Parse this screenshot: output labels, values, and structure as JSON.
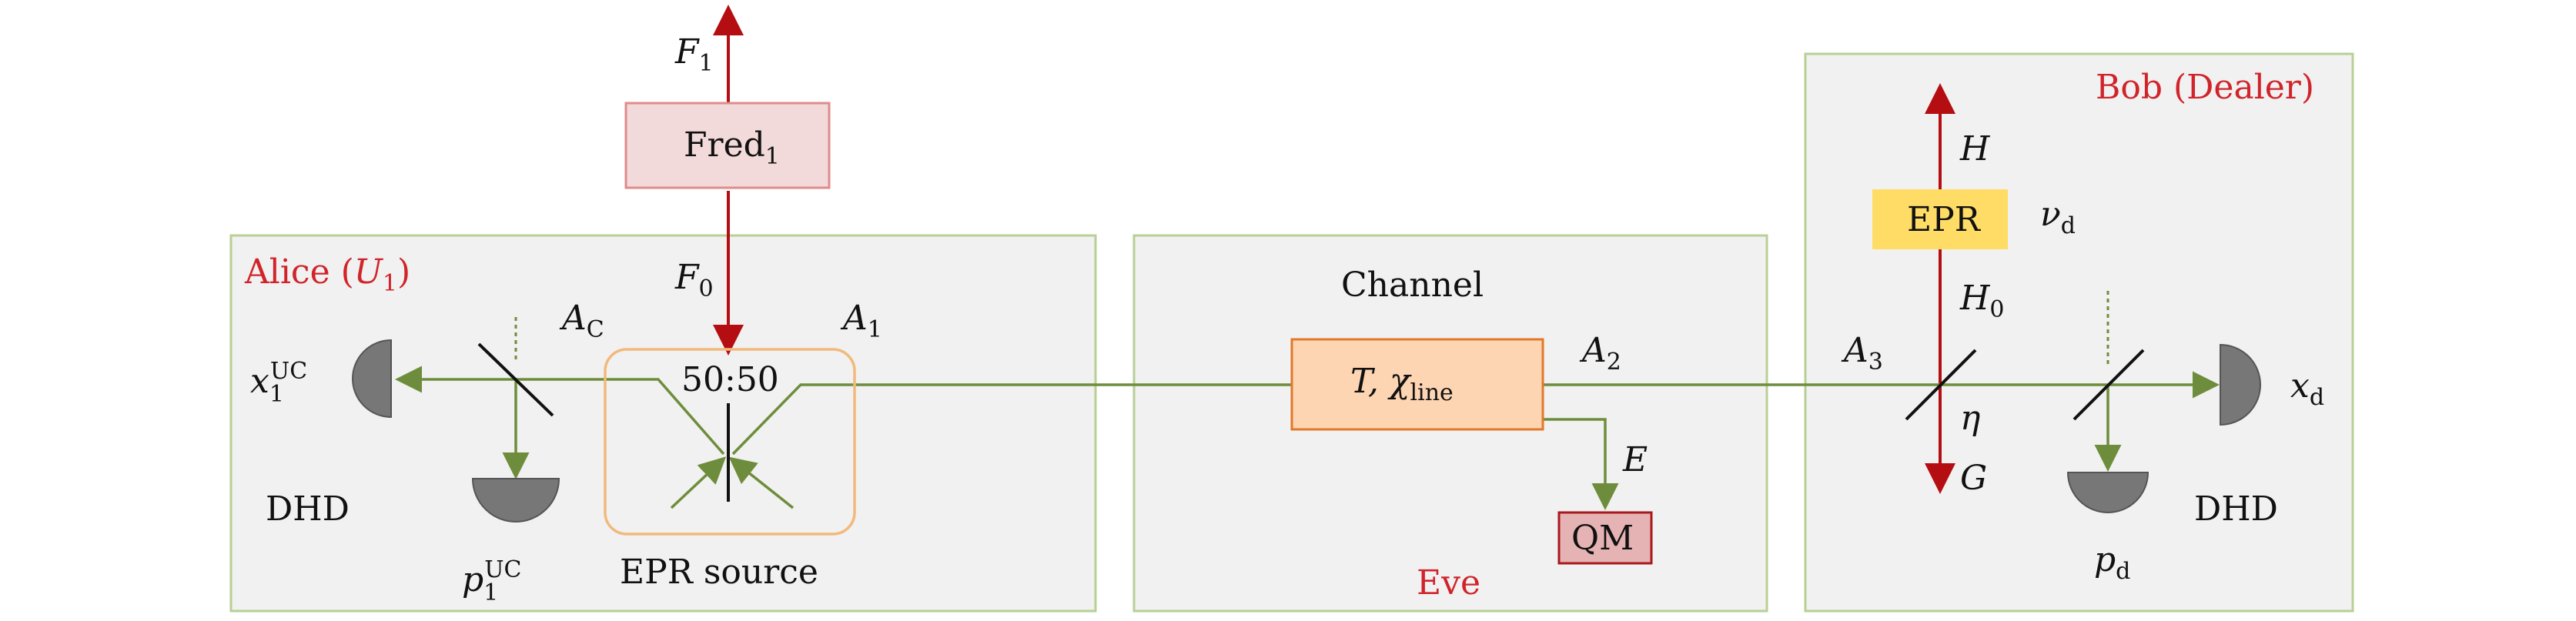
{
  "colors": {
    "panel_fill": "#f1f1f1",
    "panel_stroke": "#b8cf95",
    "beam_green": "#6e8d3c",
    "beam_red": "#b50e12",
    "label_red": "#d0242a",
    "detector_gray": "#777777",
    "fred_fill": "#f3dada",
    "fred_stroke": "#e08b8b",
    "epr_bob_fill": "#fedc66",
    "channel_fill": "#fdd5b3",
    "channel_stroke": "#e0792a",
    "qm_fill": "#e5b3b3",
    "qm_stroke": "#a8191e",
    "source_stroke": "#f2b97c"
  },
  "panels": {
    "alice": {
      "title_prefix": "Alice (",
      "title_var": "U",
      "title_sub": "1",
      "title_suffix": ")"
    },
    "channel": {
      "title": "Channel",
      "eve_label": "Eve"
    },
    "bob": {
      "title": "Bob (Dealer)"
    }
  },
  "fred": {
    "label": "Fred",
    "sub": "1"
  },
  "source": {
    "splitter_label": "50:50",
    "caption": "EPR source"
  },
  "channel_box": {
    "t_label": "T, ",
    "chi": "χ",
    "chi_sub": "line"
  },
  "qm": {
    "label": "QM"
  },
  "epr_bob": {
    "label": "EPR"
  },
  "modes": {
    "f1": {
      "var": "F",
      "sub": "1"
    },
    "f0": {
      "var": "F",
      "sub": "0"
    },
    "ac": {
      "var": "A",
      "sub": "C"
    },
    "a1": {
      "var": "A",
      "sub": "1"
    },
    "a2": {
      "var": "A",
      "sub": "2"
    },
    "a3": {
      "var": "A",
      "sub": "3"
    },
    "e": {
      "var": "E"
    },
    "h": {
      "var": "H"
    },
    "h0": {
      "var": "H",
      "sub": "0"
    },
    "g": {
      "var": "G"
    },
    "eta": {
      "var": "η"
    },
    "nu": {
      "var": "ν",
      "sub": "d"
    }
  },
  "detectors": {
    "alice_x": {
      "var": "x",
      "sub": "1",
      "sup": "UC"
    },
    "alice_p": {
      "var": "p",
      "sub": "1",
      "sup": "UC"
    },
    "alice_dhd": "DHD",
    "bob_x": {
      "var": "x",
      "sub": "d"
    },
    "bob_p": {
      "var": "p",
      "sub": "d"
    },
    "bob_dhd": "DHD"
  }
}
